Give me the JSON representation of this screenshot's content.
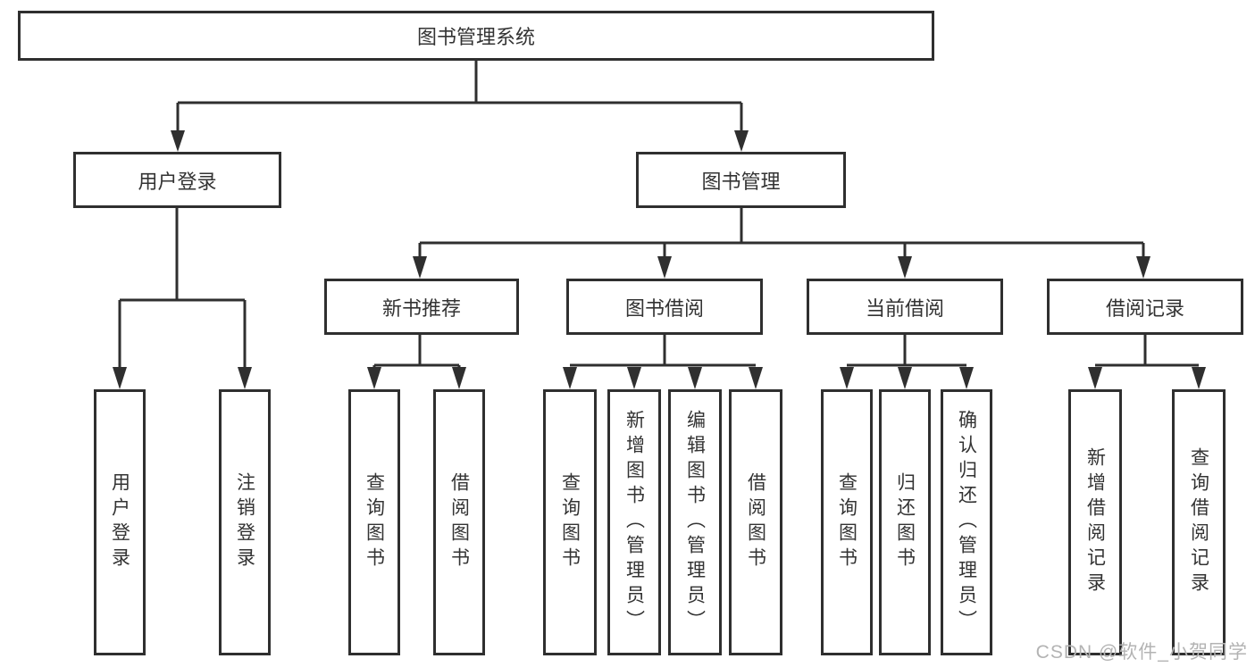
{
  "diagram": {
    "root": {
      "label": "图书管理系统"
    },
    "level2": [
      {
        "label": "用户登录"
      },
      {
        "label": "图书管理"
      }
    ],
    "level3": [
      {
        "label": "新书推荐"
      },
      {
        "label": "图书借阅"
      },
      {
        "label": "当前借阅"
      },
      {
        "label": "借阅记录"
      }
    ],
    "leaves": {
      "user": [
        "用户登录",
        "注销登录"
      ],
      "newbook": [
        "查询图书",
        "借阅图书"
      ],
      "borrow": [
        "查询图书",
        "新增图书（管理员）",
        "编辑图书（管理员）",
        "借阅图书"
      ],
      "current": [
        "查询图书",
        "归还图书",
        "确认归还（管理员）"
      ],
      "records": [
        "新增借阅记录",
        "查询借阅记录"
      ]
    }
  },
  "watermark": "CSDN @软件_小贺同学",
  "colors": {
    "line": "#2f2f2f",
    "text": "#333333",
    "watermark": "#b3b3b3",
    "background": "#ffffff"
  }
}
